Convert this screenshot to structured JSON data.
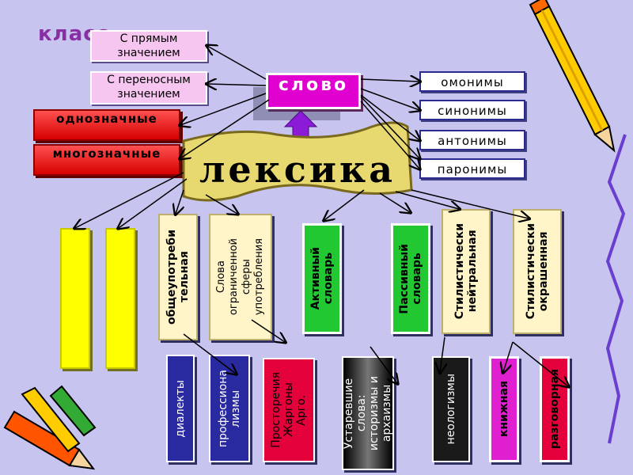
{
  "header": {
    "title": "класс"
  },
  "meaning": {
    "direct": "С прямым значением",
    "figurative": "С переносным значением"
  },
  "center": {
    "word": "слово",
    "main": "лексика"
  },
  "right_list": [
    "омонимы",
    "синонимы",
    "антонимы",
    "паронимы"
  ],
  "left_list": [
    "однозначные",
    "многозначные"
  ],
  "columns": {
    "common": "общеупотреби\nтельная",
    "limited": "Слова\nограниченной\nсферы\nупотребления",
    "active": "Активный\nсловарь",
    "passive": "Пассивный\nсловарь",
    "neutral": "Стилистически\nнейтральная",
    "colored": "Стилистически\nокрашенная"
  },
  "bottom": {
    "dialects": "диалекты",
    "professional": "профессиона\nлизмы",
    "vernacular": "Просторечия\nЖаргоны\nАрго.",
    "obsolete": "Устаревшие\nслова:\nисторизмы и\nархаизмы",
    "neologisms": "неологизмы",
    "bookish": "книжная",
    "colloquial": "разговорная"
  },
  "colors": {
    "background": "#c7c4f0",
    "accent_pink": "#e000d0",
    "yellow": "#ffff00"
  }
}
